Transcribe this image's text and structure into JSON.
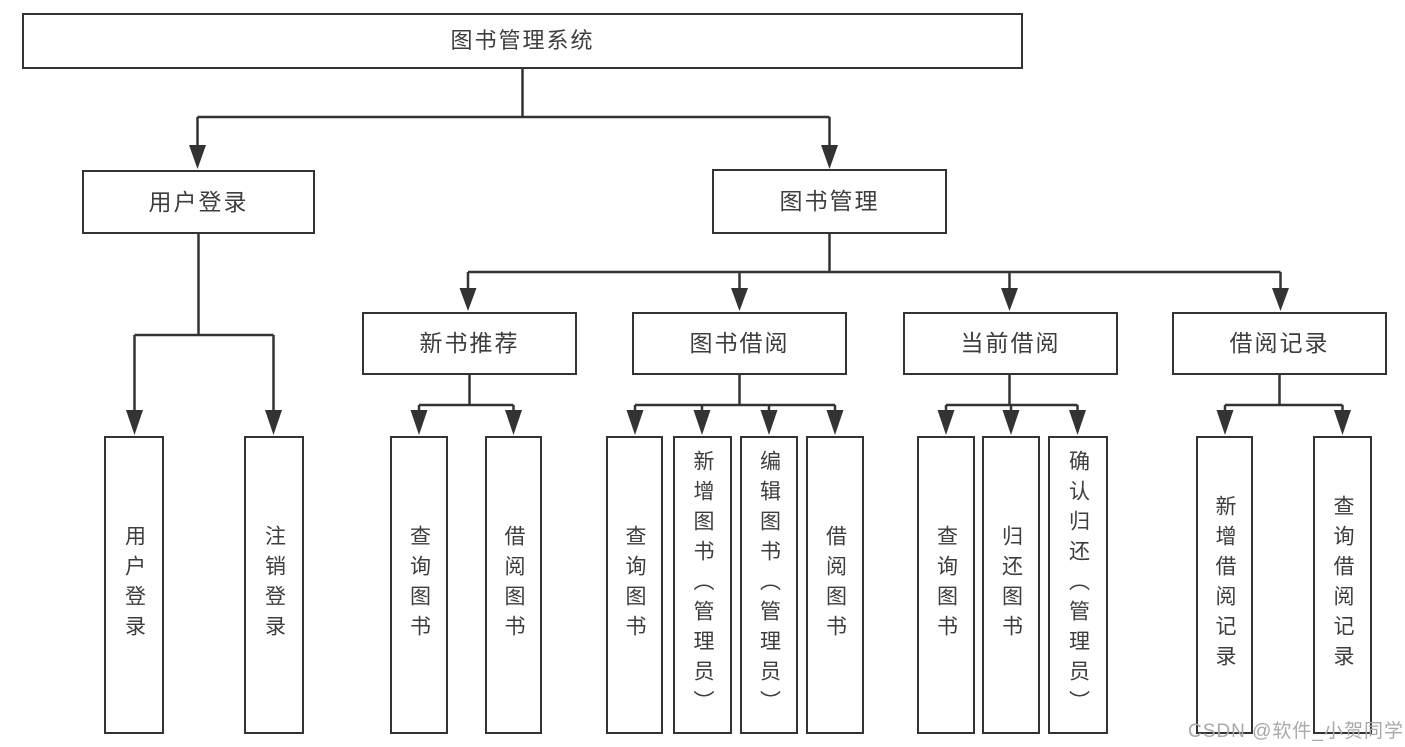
{
  "tree": {
    "root": {
      "label": "图书管理系统"
    },
    "branches": [
      {
        "label": "用户登录",
        "children": [
          {
            "label": "用户登录"
          },
          {
            "label": "注销登录"
          }
        ]
      },
      {
        "label": "图书管理",
        "children": [
          {
            "label": "新书推荐",
            "children": [
              {
                "label": "查询图书"
              },
              {
                "label": "借阅图书"
              }
            ]
          },
          {
            "label": "图书借阅",
            "children": [
              {
                "label": "查询图书"
              },
              {
                "label": "新增图书（管理员）"
              },
              {
                "label": "编辑图书（管理员）"
              },
              {
                "label": "借阅图书"
              }
            ]
          },
          {
            "label": "当前借阅",
            "children": [
              {
                "label": "查询图书"
              },
              {
                "label": "归还图书"
              },
              {
                "label": "确认归还（管理员）"
              }
            ]
          },
          {
            "label": "借阅记录",
            "children": [
              {
                "label": "新增借阅记录"
              },
              {
                "label": "查询借阅记录"
              }
            ]
          }
        ]
      }
    ]
  },
  "watermark": "CSDN @软件_小贺同学",
  "colors": {
    "line": "#333333",
    "box_border": "#333333",
    "text": "#3d3d3d",
    "background": "#ffffff",
    "watermark": "#a9a9a9"
  }
}
